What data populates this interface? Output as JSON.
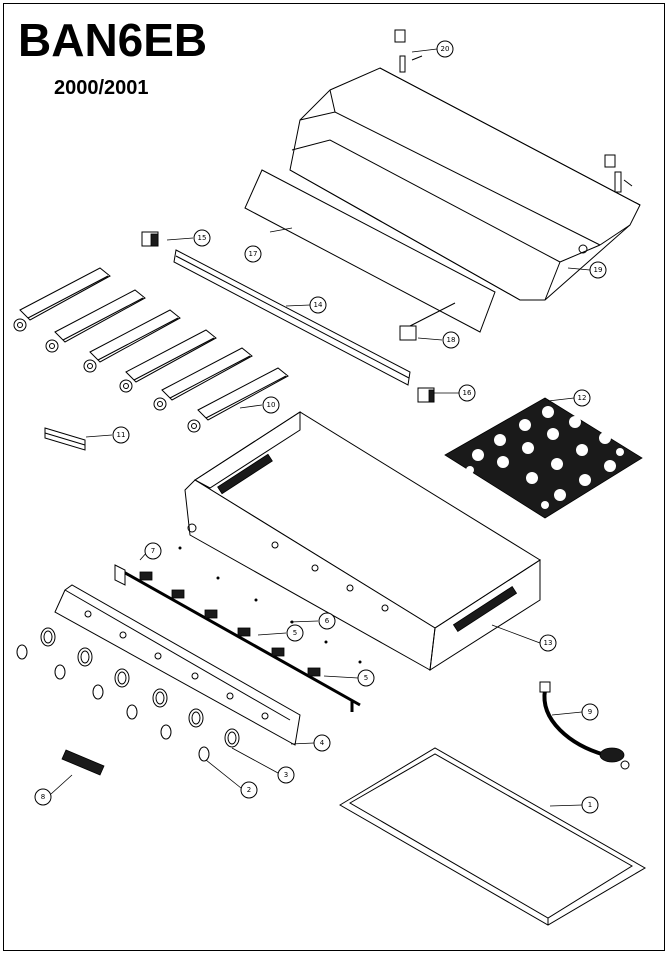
{
  "header": {
    "model": "BAN6EB",
    "years": "2000/2001"
  },
  "parts": {
    "drip_tray": "1",
    "knob_ring_small": "2",
    "knob_ring": "3",
    "control_panel": "4",
    "valve": "5",
    "valve_screw": "6",
    "manifold_bracket": "7",
    "ignitor_block": "8",
    "regulator_hose": "9",
    "burner": "10",
    "crossover_tube": "11",
    "cooking_grill": "12",
    "firebox_body": "13",
    "hood_rod": "14",
    "rod_clip_left": "15",
    "rod_clip_right": "16",
    "heat_shield": "17",
    "hood_clip": "18",
    "hood": "19",
    "hinge": "20"
  }
}
